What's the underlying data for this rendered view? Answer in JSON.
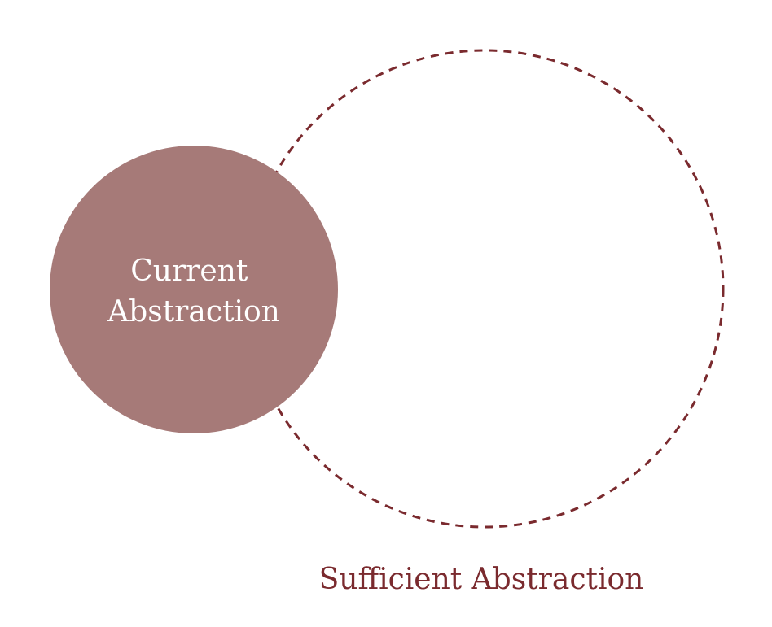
{
  "diagram": {
    "current": {
      "lines": [
        "Current",
        "Abstraction"
      ]
    },
    "sufficient": {
      "label": "Sufficient Abstraction"
    }
  },
  "colors": {
    "current_fill": "#a67a78",
    "current_text": "#ffffff",
    "sufficient_stroke": "#7a2a2e",
    "sufficient_text": "#7a2a2e",
    "background": "#ffffff"
  }
}
